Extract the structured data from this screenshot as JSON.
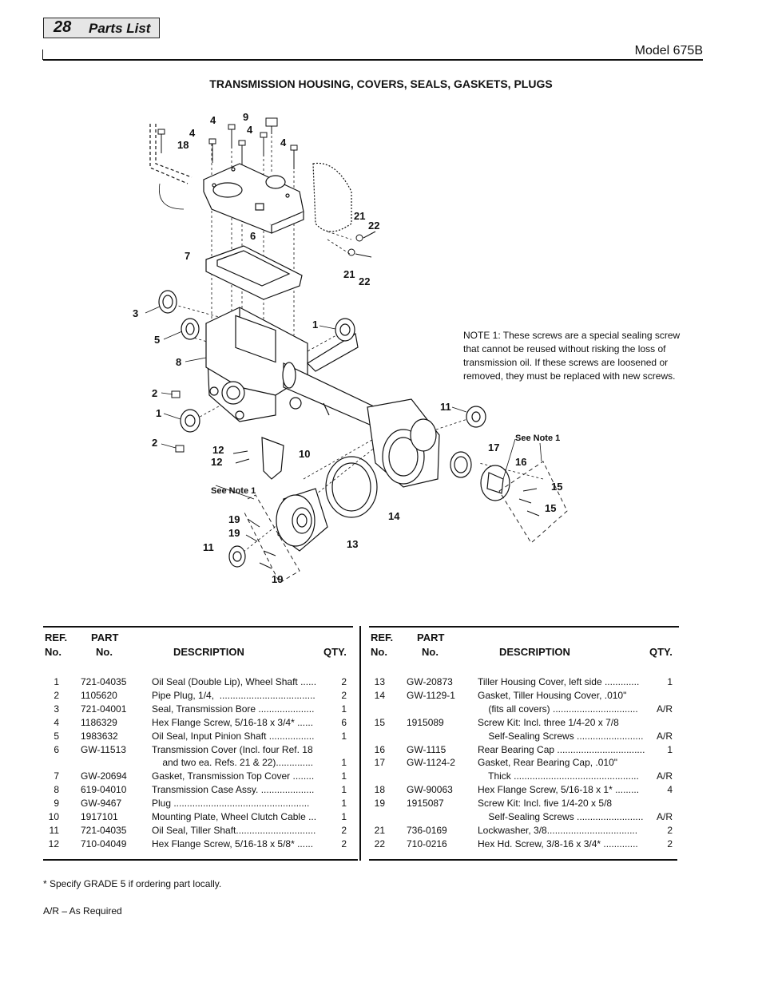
{
  "header": {
    "page_number": "28",
    "section_tab": "Parts List",
    "model": "Model 675B"
  },
  "section_title": "TRANSMISSION HOUSING, COVERS, SEALS, GASKETS, PLUGS",
  "note": "NOTE 1: These screws are a special sealing screw that cannot be reused without risking the loss of transmission oil.  If these screws are loosened or removed, they must be replaced with new screws.",
  "diagram": {
    "callouts": [
      {
        "id": "c9",
        "text": "9"
      },
      {
        "id": "c4a",
        "text": "4"
      },
      {
        "id": "c4b",
        "text": "4"
      },
      {
        "id": "c4c",
        "text": "4"
      },
      {
        "id": "c4d",
        "text": "4"
      },
      {
        "id": "c18",
        "text": "18"
      },
      {
        "id": "c6",
        "text": "6"
      },
      {
        "id": "c21a",
        "text": "21"
      },
      {
        "id": "c22a",
        "text": "22"
      },
      {
        "id": "c21b",
        "text": "21"
      },
      {
        "id": "c22b",
        "text": "22"
      },
      {
        "id": "c7",
        "text": "7"
      },
      {
        "id": "c3",
        "text": "3"
      },
      {
        "id": "c5",
        "text": "5"
      },
      {
        "id": "c1a",
        "text": "1"
      },
      {
        "id": "c8",
        "text": "8"
      },
      {
        "id": "c2a",
        "text": "2"
      },
      {
        "id": "c1b",
        "text": "1"
      },
      {
        "id": "c2b",
        "text": "2"
      },
      {
        "id": "c12a",
        "text": "12"
      },
      {
        "id": "c12b",
        "text": "12"
      },
      {
        "id": "c10",
        "text": "10"
      },
      {
        "id": "c11a",
        "text": "11"
      },
      {
        "id": "c17",
        "text": "17"
      },
      {
        "id": "c16",
        "text": "16"
      },
      {
        "id": "c15a",
        "text": "15"
      },
      {
        "id": "c15b",
        "text": "15"
      },
      {
        "id": "c14",
        "text": "14"
      },
      {
        "id": "c13",
        "text": "13"
      },
      {
        "id": "c19a",
        "text": "19"
      },
      {
        "id": "c19b",
        "text": "19"
      },
      {
        "id": "c11b",
        "text": "11"
      },
      {
        "id": "c19c",
        "text": "19"
      }
    ],
    "see_note_labels": [
      "See Note 1",
      "See Note 1"
    ]
  },
  "table_headers": {
    "ref_top": "REF.",
    "ref_bottom": "No.",
    "part_top": "PART",
    "part_bottom": "No.",
    "description": "DESCRIPTION",
    "qty": "QTY."
  },
  "parts_left": [
    {
      "ref": "1",
      "part": "721-04035",
      "desc": "Oil Seal (Double Lip), Wheel Shaft ......",
      "qty": "2"
    },
    {
      "ref": "2",
      "part": "1105620",
      "desc": "Pipe Plug, 1/4,  ....................................",
      "qty": "2"
    },
    {
      "ref": "3",
      "part": "721-04001",
      "desc": "Seal, Transmission Bore .....................",
      "qty": "1"
    },
    {
      "ref": "4",
      "part": "1186329",
      "desc": "Hex Flange Screw, 5/16-18 x 3/4* ......",
      "qty": "6"
    },
    {
      "ref": "5",
      "part": "1983632",
      "desc": "Oil Seal, Input Pinion Shaft .................",
      "qty": "1"
    },
    {
      "ref": "6",
      "part": "GW-11513",
      "desc": "Transmission Cover (Incl. four Ref. 18",
      "qty": ""
    },
    {
      "ref": "",
      "part": "",
      "desc": "    and two ea. Refs. 21 & 22)..............",
      "qty": "1"
    },
    {
      "ref": "7",
      "part": "GW-20694",
      "desc": "Gasket, Transmission Top Cover ........",
      "qty": "1"
    },
    {
      "ref": "8",
      "part": "619-04010",
      "desc": "Transmission Case Assy. ....................",
      "qty": "1"
    },
    {
      "ref": "9",
      "part": "GW-9467",
      "desc": "Plug ...................................................",
      "qty": "1"
    },
    {
      "ref": "10",
      "part": "1917101",
      "desc": "Mounting Plate, Wheel Clutch Cable ...",
      "qty": "1"
    },
    {
      "ref": "11",
      "part": "721-04035",
      "desc": "Oil Seal, Tiller Shaft..............................",
      "qty": "2"
    },
    {
      "ref": "12",
      "part": "710-04049",
      "desc": "Hex Flange Screw, 5/16-18 x 5/8* ......",
      "qty": "2"
    }
  ],
  "parts_right": [
    {
      "ref": "13",
      "part": "GW-20873",
      "desc": "Tiller Housing Cover, left side .............",
      "qty": "1"
    },
    {
      "ref": "14",
      "part": "GW-1129-1",
      "desc": "Gasket, Tiller Housing Cover, .010\"",
      "qty": ""
    },
    {
      "ref": "",
      "part": "",
      "desc": "    (fits all covers) ................................",
      "qty": "A/R"
    },
    {
      "ref": "15",
      "part": "1915089",
      "desc": "Screw Kit: Incl. three 1/4-20 x 7/8",
      "qty": ""
    },
    {
      "ref": "",
      "part": "",
      "desc": "    Self-Sealing Screws .........................",
      "qty": "A/R"
    },
    {
      "ref": "16",
      "part": "GW-1115",
      "desc": "Rear Bearing Cap .................................",
      "qty": "1"
    },
    {
      "ref": "17",
      "part": "GW-1124-2",
      "desc": "Gasket, Rear Bearing Cap, .010\"",
      "qty": ""
    },
    {
      "ref": "",
      "part": "",
      "desc": "    Thick ...............................................",
      "qty": "A/R"
    },
    {
      "ref": "18",
      "part": "GW-90063",
      "desc": "Hex Flange Screw, 5/16-18 x 1* .........",
      "qty": "4"
    },
    {
      "ref": "19",
      "part": "1915087",
      "desc": "Screw Kit: Incl. five 1/4-20 x 5/8",
      "qty": ""
    },
    {
      "ref": "",
      "part": "",
      "desc": "    Self-Sealing Screws .........................",
      "qty": "A/R"
    },
    {
      "ref": "21",
      "part": "736-0169",
      "desc": "Lockwasher, 3/8..................................",
      "qty": "2"
    },
    {
      "ref": "22",
      "part": "710-0216",
      "desc": "Hex Hd. Screw, 3/8-16 x 3/4* .............",
      "qty": "2"
    }
  ],
  "footnotes": {
    "grade": "* Specify GRADE 5 if ordering part locally.",
    "ar": "A/R – As Required"
  }
}
